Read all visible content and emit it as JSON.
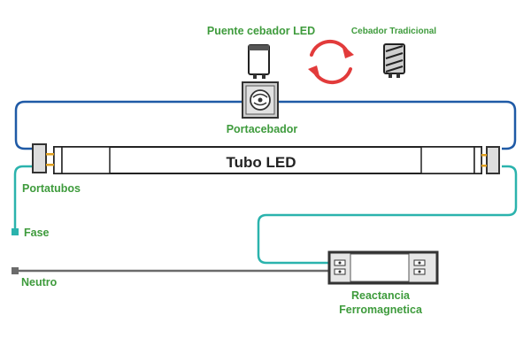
{
  "labels": {
    "led_starter": "Puente cebador LED",
    "traditional_starter": "Cebador Tradicional",
    "starter_holder": "Portacebador",
    "tube": "Tubo LED",
    "lamp_holder": "Portatubos",
    "phase": "Fase",
    "neutral": "Neutro",
    "ballast_line1": "Reactancia",
    "ballast_line2": "Ferromagnetica"
  },
  "colors": {
    "label_green": "#3e9b3c",
    "wire_blue": "#1f5aa6",
    "wire_teal": "#2bb3ad",
    "wire_gray": "#6b6b6b",
    "swap_arrows": "#e23b3b",
    "pins": "#e0a020"
  },
  "icons": {
    "swap": "circular-swap-arrows-icon",
    "led_starter": "led-starter-bridge-icon",
    "traditional_starter": "traditional-starter-icon",
    "starter_holder": "starter-holder-icon"
  }
}
